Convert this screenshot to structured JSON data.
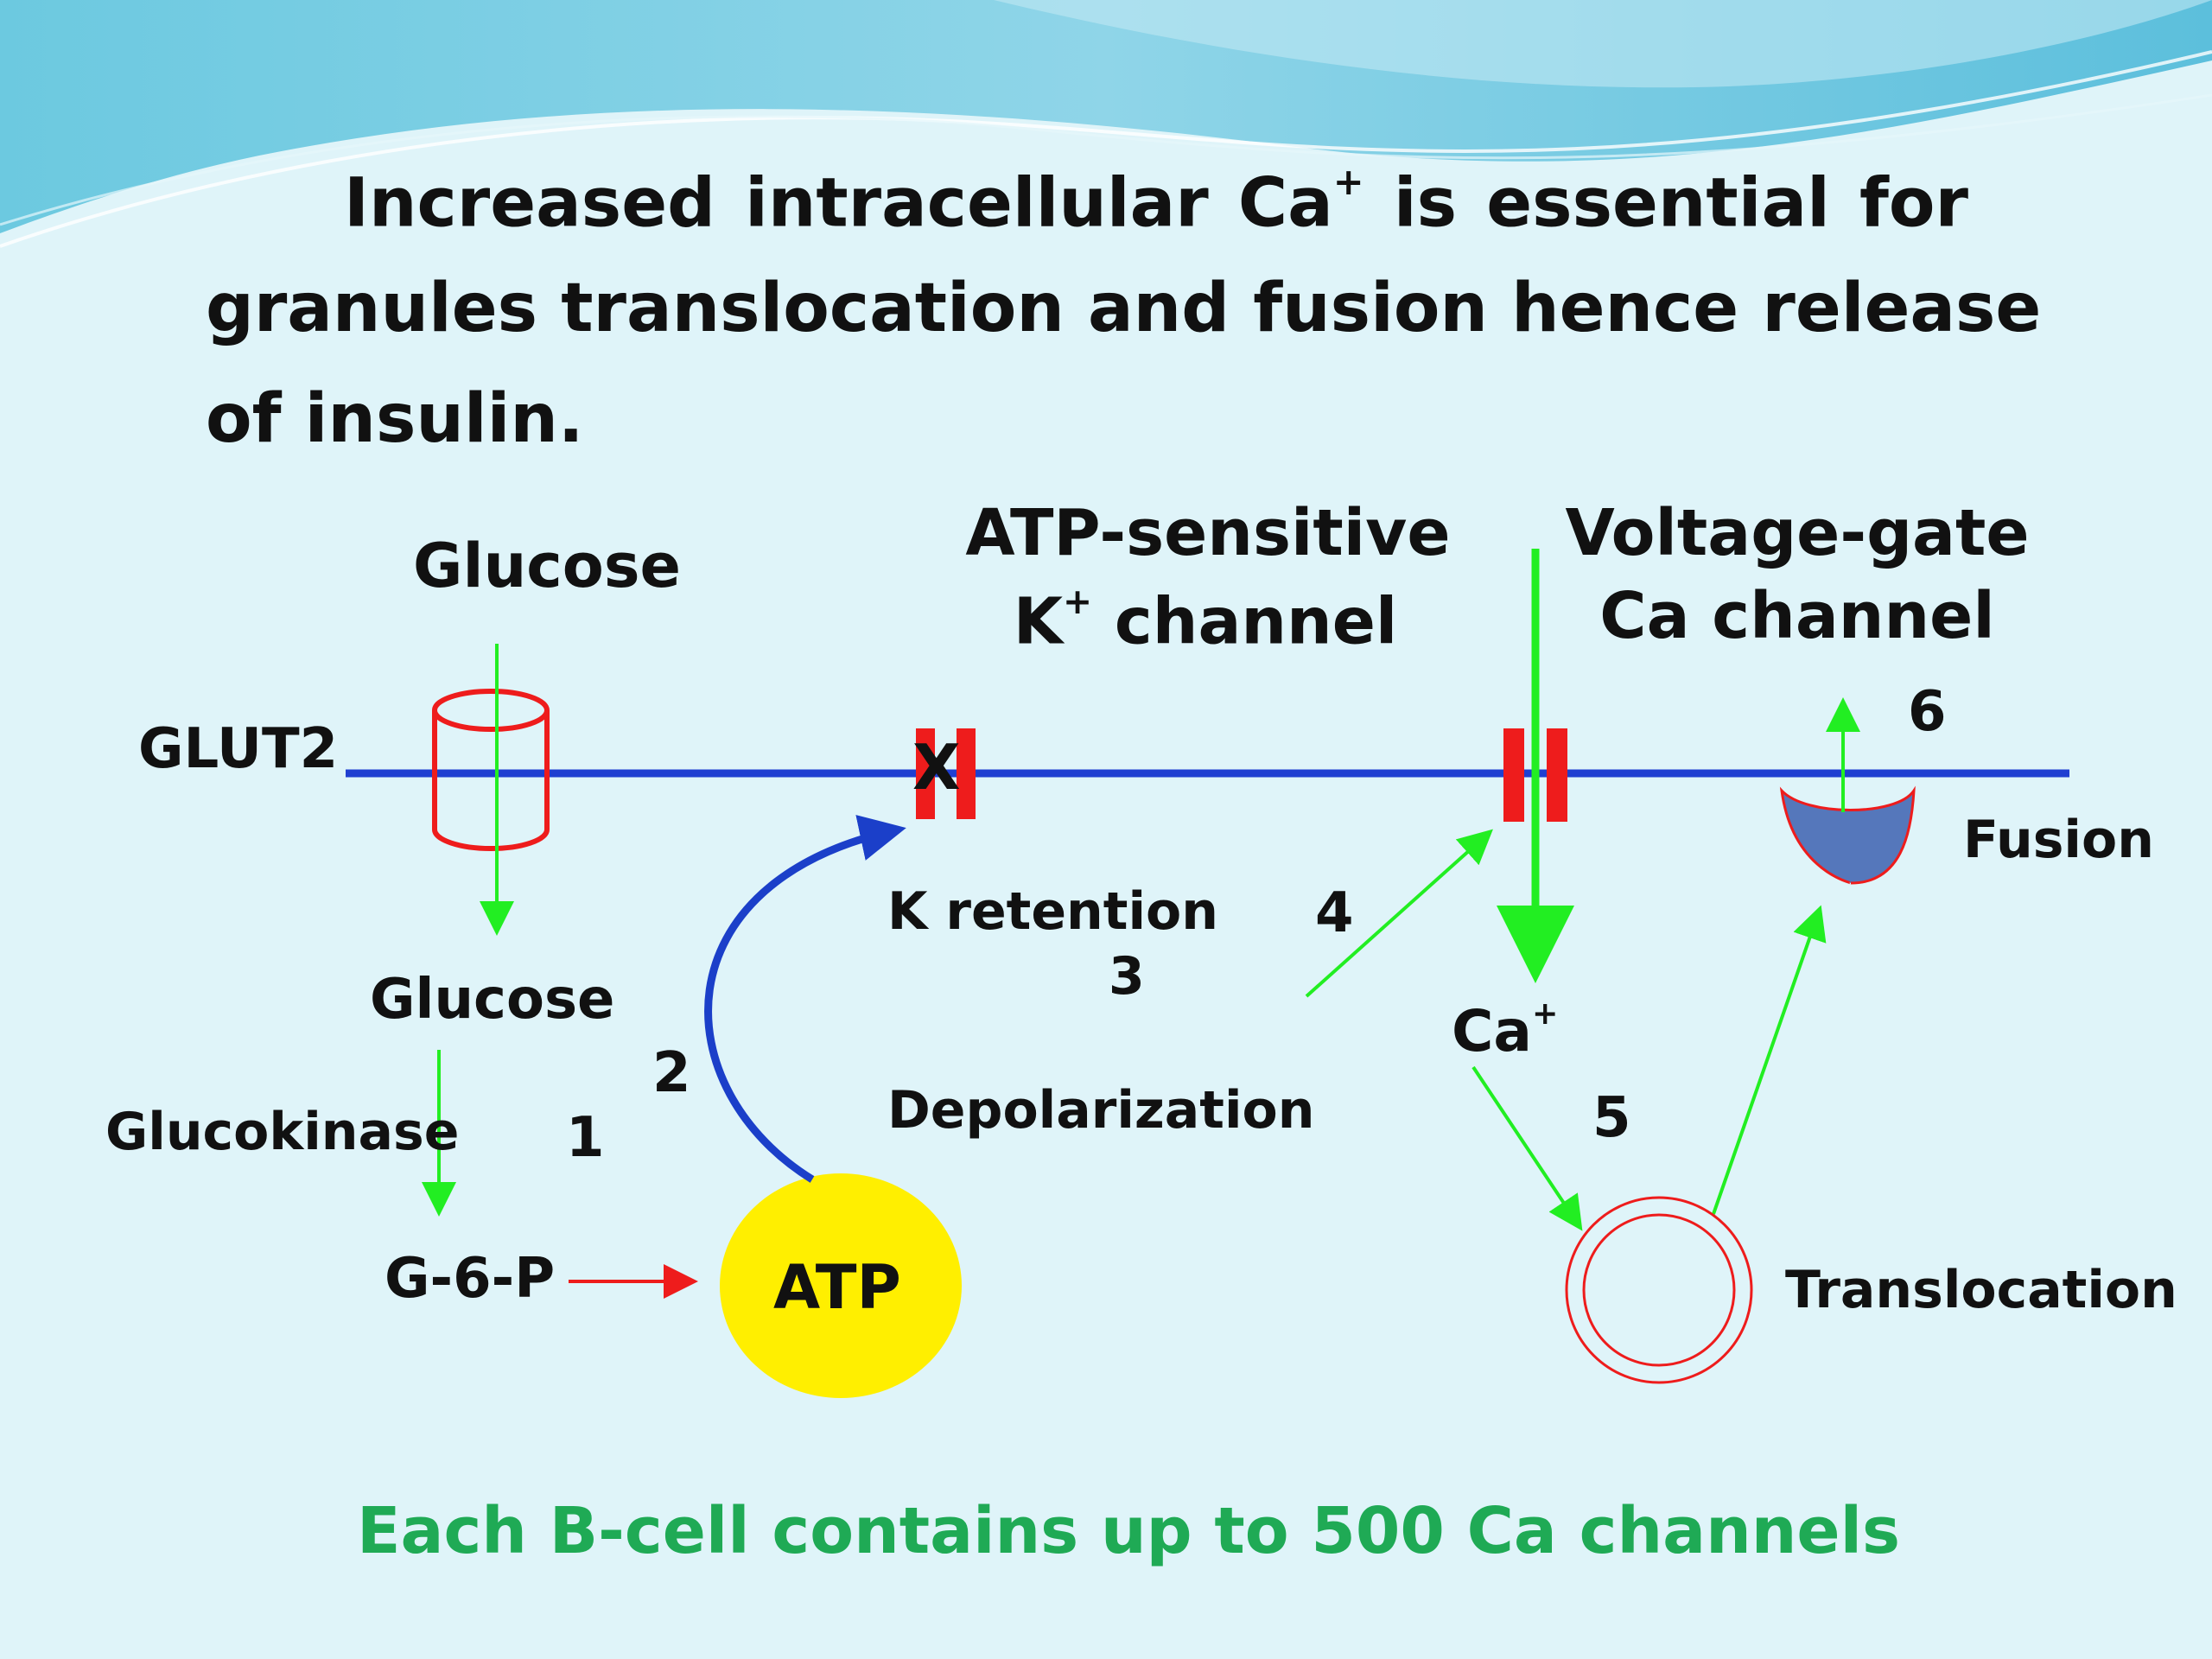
{
  "title": {
    "line1_pre": "Increased intracellular Ca",
    "line1_sup": "+",
    "line1_post": " is essential for",
    "line2": "granules translocation and fusion hence release",
    "line3": "of insulin."
  },
  "labels": {
    "glucose_top": "Glucose",
    "glut2": "GLUT2",
    "glucose_inside": "Glucose",
    "glucokinase": "Glucokinase",
    "g6p": "G-6-P",
    "atp": "ATP",
    "katp_line1": "ATP-sensitive",
    "katp_line2_pre": "K",
    "katp_line2_sup": "+",
    "katp_line2_post": " channel",
    "closed_mark": "X",
    "k_retention": "K retention",
    "depolarization": "Depolarization",
    "ca_channel_line1": "Voltage-gate",
    "ca_channel_line2": "Ca channel",
    "ca_ion_pre": "Ca",
    "ca_ion_sup": "+",
    "fusion": "Fusion",
    "translocation": "Translocation"
  },
  "steps": {
    "s1": "1",
    "s2": "2",
    "s3": "3",
    "s4": "4",
    "s5": "5",
    "s6": "6"
  },
  "footer": "Each B-cell contains up to 500 Ca channels",
  "colors": {
    "background": "#dff4f9",
    "membrane": "#1f3fd1",
    "green_arrow": "#22ee22",
    "red": "#ee1c1c",
    "atp_fill": "#ffef00",
    "blue_arrow": "#1b3fc9",
    "granule_fill": "#5577bb",
    "footer_text": "#1faa55"
  }
}
